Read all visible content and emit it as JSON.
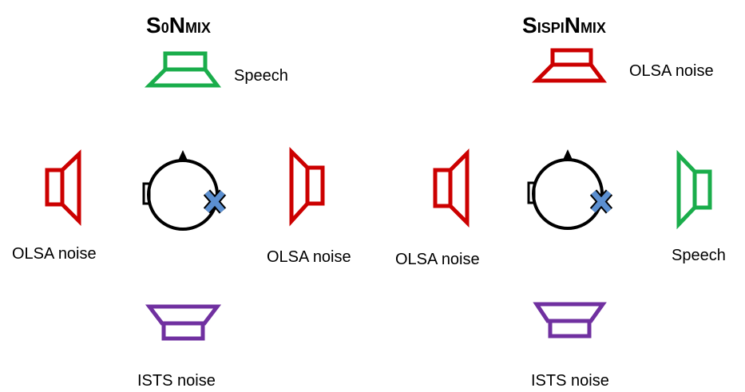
{
  "panels": [
    {
      "title": {
        "s": "S",
        "s_sub": "0",
        "n": "N",
        "n_sub": "MIX"
      },
      "labels": {
        "front": "Speech",
        "left": "OLSA noise",
        "right": "OLSA noise",
        "back": "ISTS noise"
      }
    },
    {
      "title": {
        "s": "S",
        "s_sub": "ISPI",
        "n": "N",
        "n_sub": "MIX"
      },
      "labels": {
        "front": "OLSA noise",
        "left": "OLSA noise",
        "right": "Speech",
        "back": "ISTS noise"
      }
    }
  ],
  "colors": {
    "speech": "#1aad4b",
    "olsa_noise": "#cc0000",
    "ists_noise": "#7030a0",
    "marker": "#5b8fd0",
    "outline": "#000000"
  },
  "icons": [
    "loudspeaker-icon",
    "listener-head-icon",
    "ear-marker-icon"
  ]
}
